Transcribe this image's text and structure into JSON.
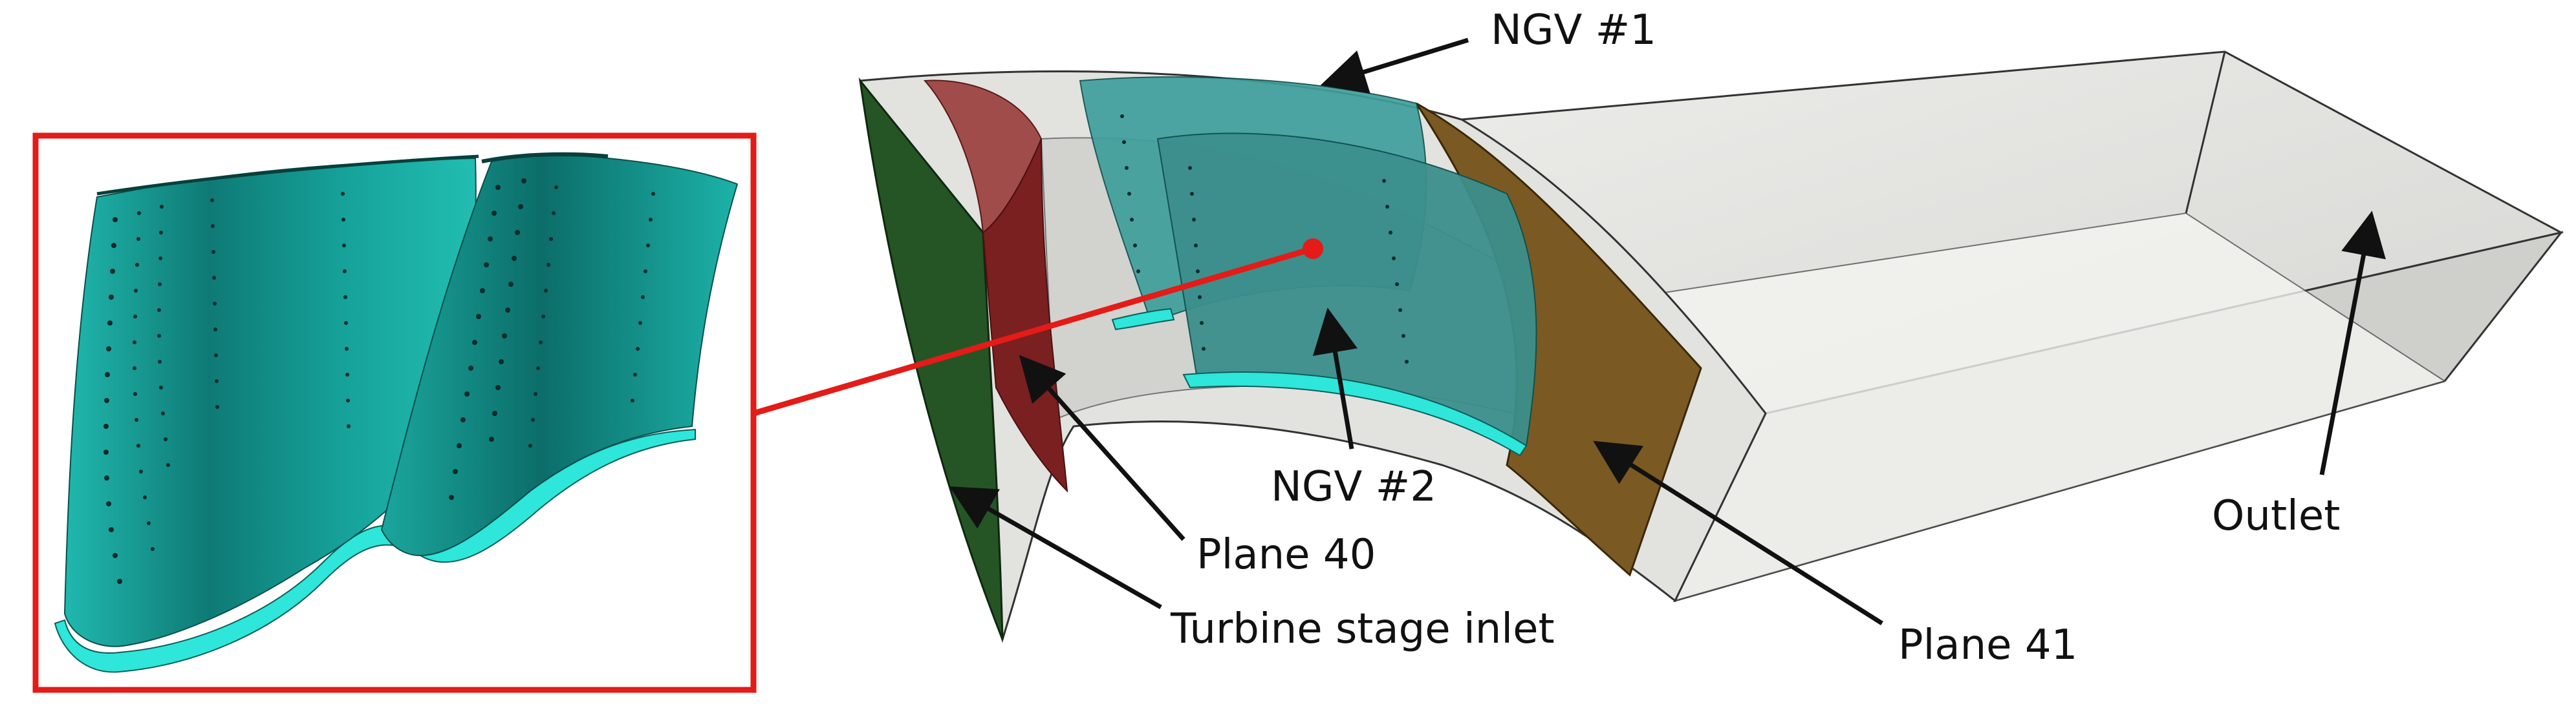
{
  "labels": {
    "ngv1": "NGV #1",
    "ngv2": "NGV #2",
    "plane40": "Plane 40",
    "plane41": "Plane 41",
    "inlet": "Turbine stage inlet",
    "outlet": "Outlet"
  },
  "colors": {
    "inset_border": "#e41b17",
    "leader_line": "#e41b17",
    "arrow": "#111111",
    "vane_teal": "#17a9a1",
    "vane_dark": "#0f7470",
    "platform_cyan": "#2ee6d9",
    "inlet_green": "#255525",
    "plane40_red": "#8e3030",
    "plane41_brown": "#7a5a22",
    "domain_gray": "#dcdcda"
  }
}
